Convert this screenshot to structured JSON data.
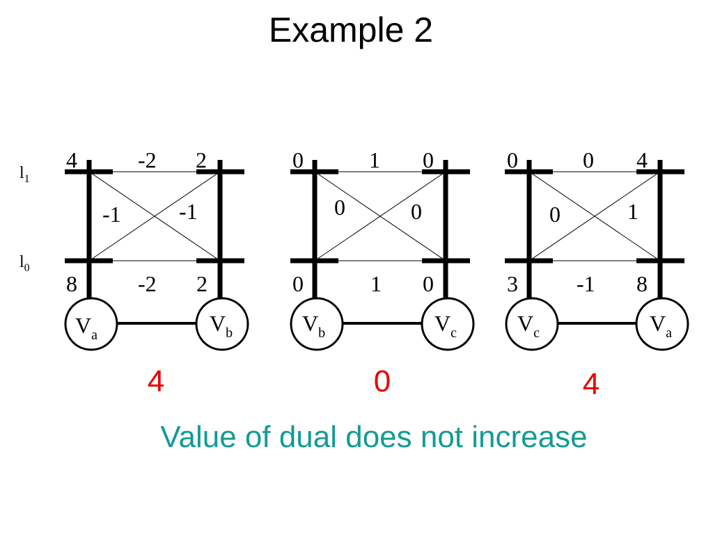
{
  "title": "Example 2",
  "levels": {
    "l1": {
      "base": "l",
      "sub": "1"
    },
    "l0": {
      "base": "l",
      "sub": "0"
    }
  },
  "panels": [
    {
      "top_left": "4",
      "top_mid": "-2",
      "top_right": "2",
      "diag_left": "-1",
      "diag_right": "-1",
      "bottom_left": "8",
      "bottom_mid": "-2",
      "bottom_right": "2",
      "node_left": {
        "base": "V",
        "sub": "a"
      },
      "node_right": {
        "base": "V",
        "sub": "b"
      },
      "dual_value": "4"
    },
    {
      "top_left": "0",
      "top_mid": "1",
      "top_right": "0",
      "diag_left": "0",
      "diag_right": "0",
      "bottom_left": "0",
      "bottom_mid": "1",
      "bottom_right": "0",
      "node_left": {
        "base": "V",
        "sub": "b"
      },
      "node_right": {
        "base": "V",
        "sub": "c"
      },
      "dual_value": "0"
    },
    {
      "top_left": "0",
      "top_mid": "0",
      "top_right": "4",
      "diag_left": "0",
      "diag_right": "1",
      "bottom_left": "3",
      "bottom_mid": "-1",
      "bottom_right": "8",
      "node_left": {
        "base": "V",
        "sub": "c"
      },
      "node_right": {
        "base": "V",
        "sub": "a"
      },
      "dual_value": "4"
    }
  ],
  "caption": "Value of dual does not increase"
}
